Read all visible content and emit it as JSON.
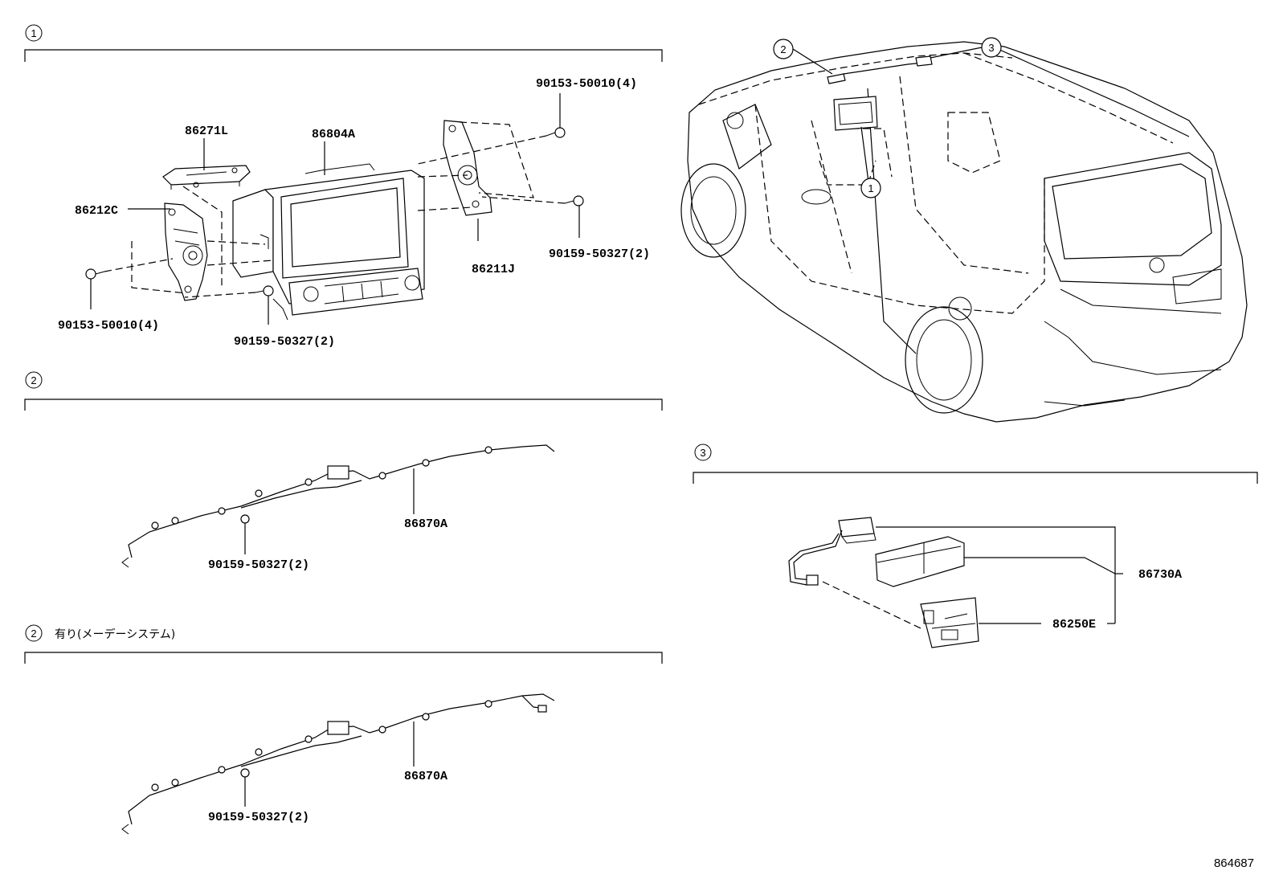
{
  "sections": {
    "s1": {
      "num": "1"
    },
    "s2": {
      "num": "2"
    },
    "s2b": {
      "num": "2",
      "note": "有り(メーデーシステム)"
    },
    "s3": {
      "num": "3"
    }
  },
  "vehicle_callouts": [
    "2",
    "3",
    "1"
  ],
  "parts": {
    "p86271L": "86271L",
    "p86804A": "86804A",
    "p86212C": "86212C",
    "p86211J": "86211J",
    "p90153_top": "90153-50010(4)",
    "p90159_right": "90159-50327(2)",
    "p90153_left": "90153-50010(4)",
    "p90159_bottom": "90159-50327(2)",
    "p86870A_1": "86870A",
    "p90159_harness1": "90159-50327(2)",
    "p86870A_2": "86870A",
    "p90159_harness2": "90159-50327(2)",
    "p86730A": "86730A",
    "p86250E": "86250E"
  },
  "reference": "864687",
  "colors": {
    "line": "#000000",
    "background": "#ffffff"
  }
}
